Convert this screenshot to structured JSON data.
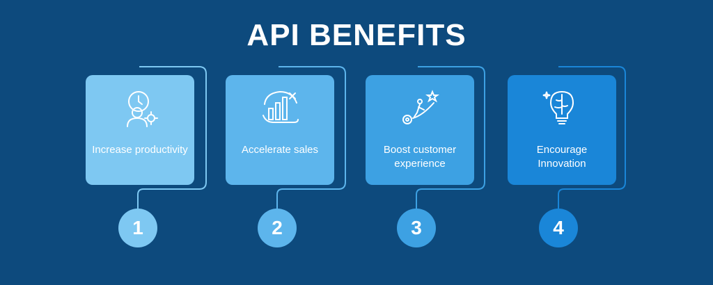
{
  "title": "API BENEFITS",
  "benefits": [
    {
      "number": "1",
      "label": "Increase productivity",
      "icon": "productivity-icon",
      "color": "#7ec8f2"
    },
    {
      "number": "2",
      "label": "Accelerate sales",
      "icon": "sales-growth-icon",
      "color": "#5db5ec"
    },
    {
      "number": "3",
      "label": "Boost customer experience",
      "icon": "customer-experience-icon",
      "color": "#3da1e3"
    },
    {
      "number": "4",
      "label": "Encourage Innovation",
      "icon": "innovation-bulb-icon",
      "color": "#1a86d8"
    }
  ],
  "colors": {
    "background": "#0d4a7d",
    "text": "#ffffff"
  }
}
